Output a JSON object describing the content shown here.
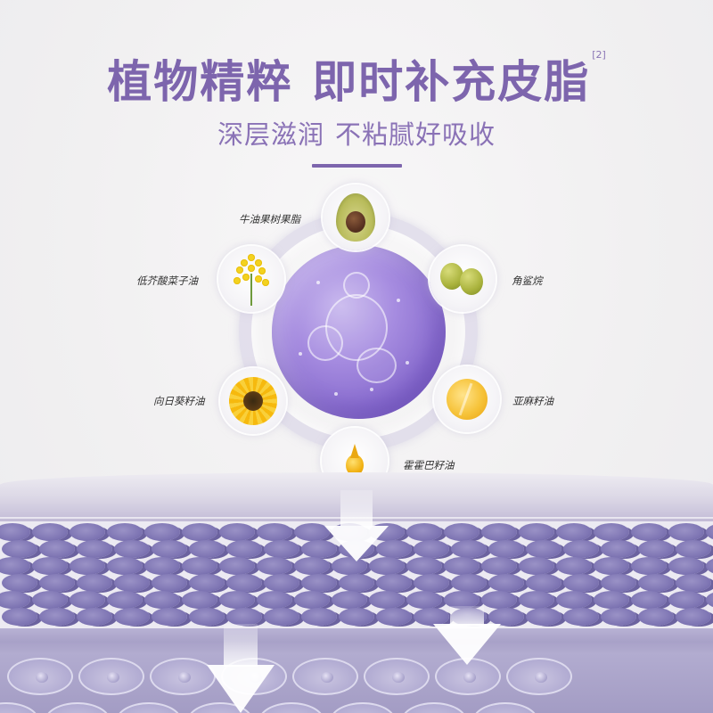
{
  "header": {
    "title_part1": "植物精粹",
    "title_part2": "即时补充皮脂",
    "footnote": "[2]",
    "subtitle_part1": "深层滋润",
    "subtitle_part2": "不粘腻好吸收"
  },
  "colors": {
    "accent": "#7d65ad",
    "subtitle": "#8a72b6",
    "gel": "#9a80d8",
    "cell": "#7f76b4",
    "label_text": "#333333"
  },
  "center": {
    "name": "purple-gel-sphere"
  },
  "ingredients": [
    {
      "label": "牛油果树果脂",
      "icon": "avocado-icon"
    },
    {
      "label": "低芥酸菜子油",
      "icon": "rapeseed-flower-icon"
    },
    {
      "label": "角鲨烷",
      "icon": "olive-icon"
    },
    {
      "label": "向日葵籽油",
      "icon": "sunflower-icon"
    },
    {
      "label": "亚麻籽油",
      "icon": "flaxseed-oil-icon"
    },
    {
      "label": "霍霍巴籽油",
      "icon": "oil-drop-icon"
    }
  ],
  "illustration": {
    "layers": [
      "stratum-surface",
      "lipid-cell-layer",
      "basal-layer"
    ],
    "arrows": 3
  }
}
